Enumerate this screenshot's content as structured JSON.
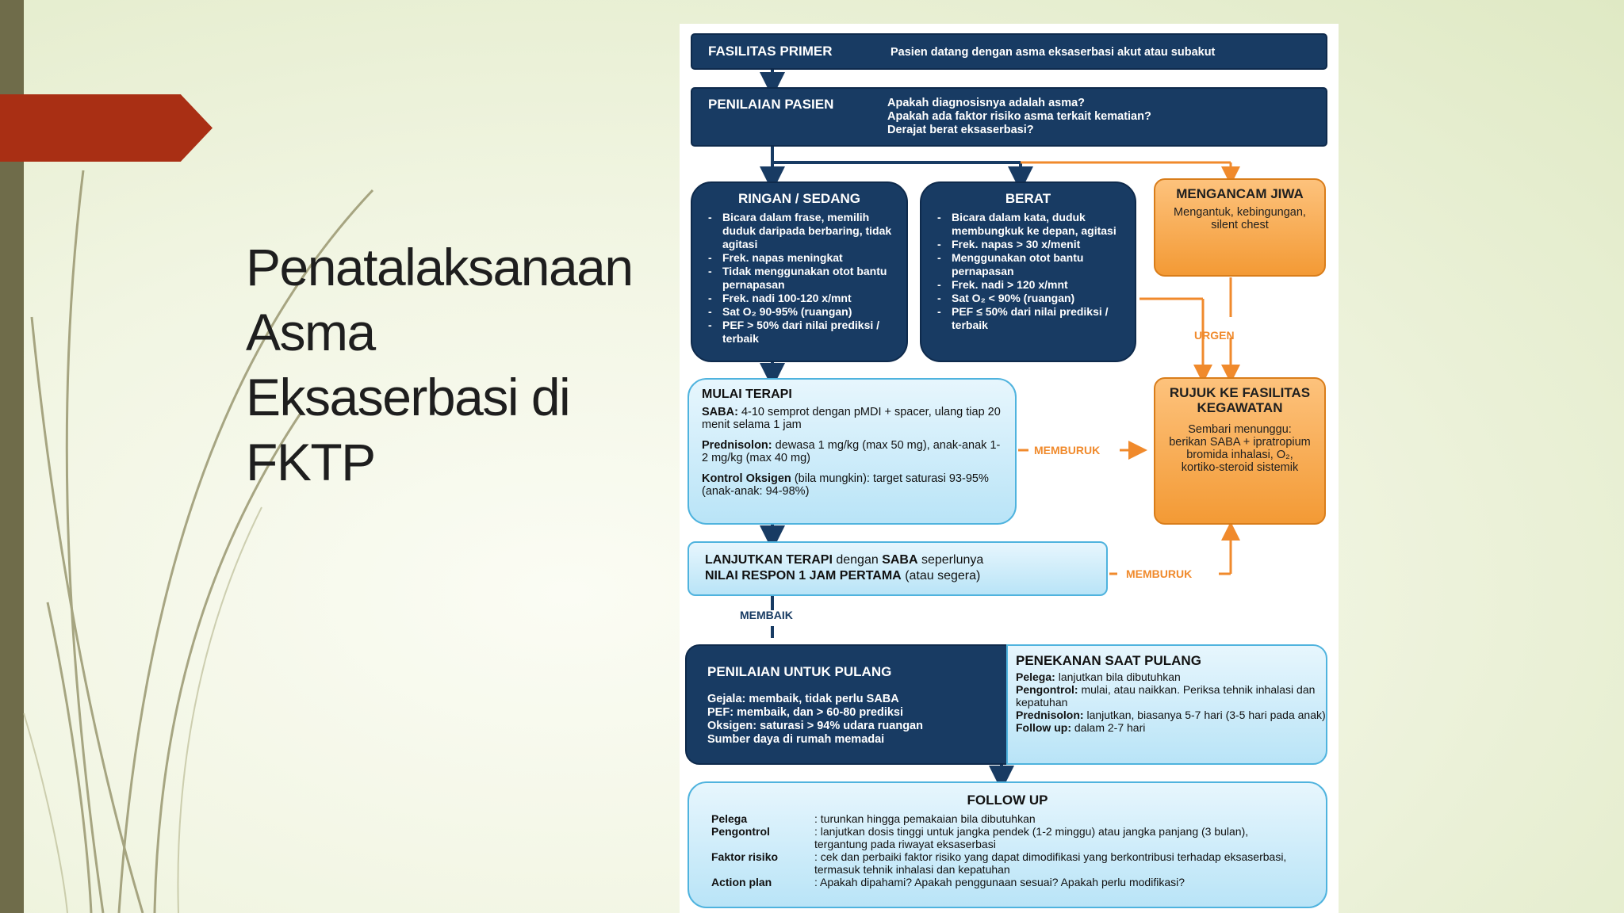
{
  "slide": {
    "title": "Penatalaksanaan Asma Eksaserbasi di FKTP"
  },
  "colors": {
    "accent": "#a92f14",
    "bar": "#6f6c4a",
    "dark_box": "#183b63",
    "light_box": "#b9e4f7",
    "orange_box": "#f39a35"
  },
  "diagram": {
    "primer": {
      "label": "FASILITAS PRIMER",
      "text": "Pasien datang dengan asma eksaserbasi akut atau subakut"
    },
    "penilaian": {
      "label": "PENILAIAN PASIEN",
      "q1": "Apakah diagnosisnya adalah asma?",
      "q2": "Apakah ada faktor risiko asma terkait kematian?",
      "q3": "Derajat berat eksaserbasi?"
    },
    "ringan": {
      "title": "RINGAN / SEDANG",
      "items": [
        "Bicara dalam frase, memilih duduk daripada berbaring, tidak agitasi",
        "Frek. napas meningkat",
        "Tidak menggunakan otot bantu pernapasan",
        "Frek. nadi 100-120 x/mnt",
        "Sat O₂ 90-95% (ruangan)",
        "PEF > 50% dari nilai prediksi / terbaik"
      ]
    },
    "berat": {
      "title": "BERAT",
      "items": [
        "Bicara dalam kata, duduk membungkuk ke depan, agitasi",
        "Frek. napas > 30 x/menit",
        "Menggunakan otot bantu pernapasan",
        "Frek. nadi > 120 x/mnt",
        "Sat O₂ < 90% (ruangan)",
        "PEF ≤ 50% dari nilai prediksi / terbaik"
      ]
    },
    "mengancam": {
      "title": "MENGANCAM JIWA",
      "text": "Mengantuk, kebingungan, silent chest"
    },
    "urgen": "URGEN",
    "rujuk": {
      "title": "RUJUK KE FASILITAS KEGAWATAN",
      "text": "Sembari menunggu: berikan SABA + ipratropium bromida inhalasi, O₂, kortiko-steroid sistemik"
    },
    "mulai": {
      "title": "MULAI TERAPI",
      "saba_k": "SABA:",
      "saba_v": "4-10 semprot dengan pMDI + spacer, ulang tiap 20 menit selama 1 jam",
      "pred_k": "Prednisolon:",
      "pred_v": "dewasa 1 mg/kg (max 50 mg), anak-anak 1-2 mg/kg (max 40 mg)",
      "oks_k": "Kontrol Oksigen",
      "oks_v": "(bila mungkin): target saturasi 93-95% (anak-anak: 94-98%)"
    },
    "memburuk1": "MEMBURUK",
    "memburuk2": "MEMBURUK",
    "lanjut": {
      "l1": "LANJUTKAN TERAPI",
      "l2": "dengan",
      "l3": "SABA",
      "l4": "seperlunya",
      "l5": "NILAI RESPON 1 JAM PERTAMA",
      "l6": "(atau segera)"
    },
    "membaik": "MEMBAIK",
    "pulang": {
      "title": "PENILAIAN UNTUK PULANG",
      "g_k": "Gejala:",
      "g_v": "membaik, tidak perlu SABA",
      "p_k": "PEF:",
      "p_v": "membaik, dan > 60-80 prediksi",
      "o_k": "Oksigen:",
      "o_v": "saturasi > 94% udara ruangan",
      "s": "Sumber daya di rumah memadai"
    },
    "penekanan": {
      "title": "PENEKANAN SAAT PULANG",
      "pel_k": "Pelega:",
      "pel_v": "lanjutkan bila dibutuhkan",
      "pen_k": "Pengontrol:",
      "pen_v": "mulai, atau naikkan. Periksa tehnik inhalasi dan kepatuhan",
      "pred_k": "Prednisolon:",
      "pred_v": "lanjutkan, biasanya 5-7 hari (3-5 hari pada anak)",
      "fu_k": "Follow up:",
      "fu_v": "dalam 2-7 hari"
    },
    "followup": {
      "title": "FOLLOW UP",
      "rows": [
        {
          "k": "Pelega",
          "v": ": turunkan hingga pemakaian bila dibutuhkan"
        },
        {
          "k": "Pengontrol",
          "v": ": lanjutkan dosis tinggi untuk jangka pendek (1-2 minggu) atau jangka panjang (3 bulan), tergantung pada riwayat eksaserbasi"
        },
        {
          "k": "Faktor risiko",
          "v": ": cek dan perbaiki faktor risiko yang dapat dimodifikasi yang berkontribusi terhadap eksaserbasi, termasuk tehnik inhalasi dan kepatuhan"
        },
        {
          "k": "Action plan",
          "v": ": Apakah dipahami? Apakah penggunaan sesuai? Apakah perlu modifikasi?"
        }
      ]
    }
  }
}
